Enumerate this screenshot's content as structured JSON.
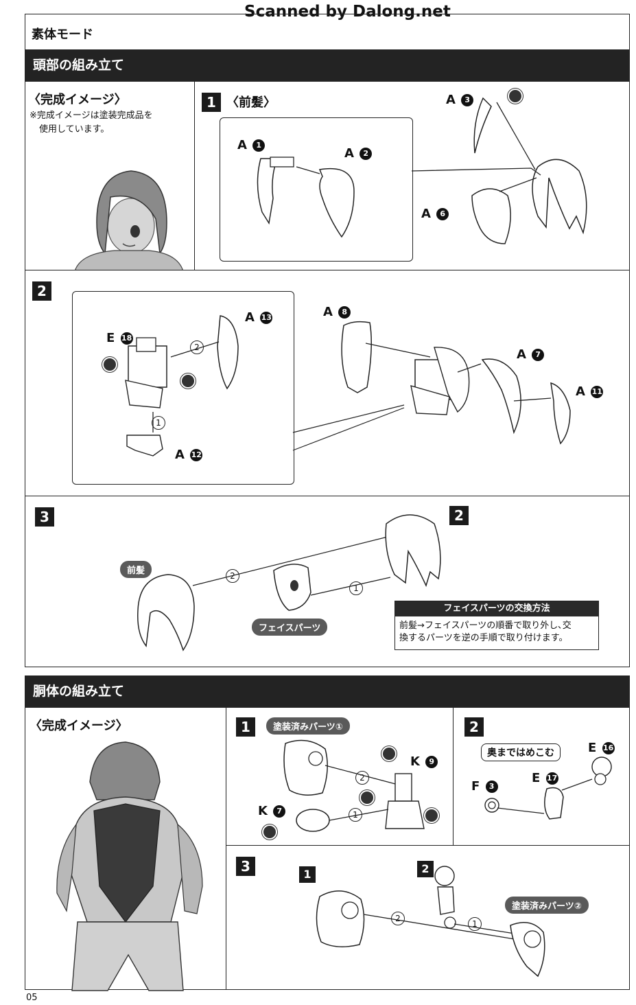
{
  "header": {
    "watermark": "Scanned by Dalong.net",
    "mode_title": "素体モード",
    "page_number": "05"
  },
  "head_section": {
    "title": "頭部の組み立て",
    "preview_caption": "〈完成イメージ〉",
    "preview_note_1": "※完成イメージは塗装完成品を",
    "preview_note_2": "使用しています。",
    "step1": {
      "number": "1",
      "caption": "〈前髪〉",
      "labels": {
        "a1": "A",
        "a1n": "1",
        "a2": "A",
        "a2n": "2",
        "a3": "A",
        "a3n": "3",
        "a6": "A",
        "a6n": "6"
      }
    },
    "step2": {
      "number": "2",
      "labels": {
        "a13": "A",
        "a13n": "13",
        "e18": "E",
        "e18n": "18",
        "a12": "A",
        "a12n": "12",
        "a8": "A",
        "a8n": "8",
        "a7": "A",
        "a7n": "7",
        "a11": "A",
        "a11n": "11"
      },
      "order": {
        "o1": "1",
        "o2": "2"
      }
    },
    "step3": {
      "number": "3",
      "ref_step": "2",
      "bangs_tag": "前髪",
      "face_tag": "フェイスパーツ",
      "order": {
        "o1": "1",
        "o2": "2"
      },
      "info_title": "フェイスパーツの交換方法",
      "info_line1": "前髪→フェイスパーツの順番で取り外し､交",
      "info_line2": "換するパーツを逆の手順で取り付けます。"
    }
  },
  "body_section": {
    "title": "胴体の組み立て",
    "preview_caption": "〈完成イメージ〉",
    "step1": {
      "number": "1",
      "painted_tag": "塗装済みパーツ①",
      "labels": {
        "k9": "K",
        "k9n": "9",
        "k7": "K",
        "k7n": "7"
      },
      "order": {
        "o1": "1",
        "o2": "2"
      }
    },
    "step2": {
      "number": "2",
      "instruction": "奥まではめこむ",
      "labels": {
        "e16": "E",
        "e16n": "16",
        "f3": "F",
        "f3n": "3",
        "e17": "E",
        "e17n": "17"
      }
    },
    "step3": {
      "number": "3",
      "sub1": "1",
      "sub2": "2",
      "painted_tag": "塗装済みパーツ②",
      "order": {
        "o1": "1",
        "o2": "2"
      }
    }
  }
}
